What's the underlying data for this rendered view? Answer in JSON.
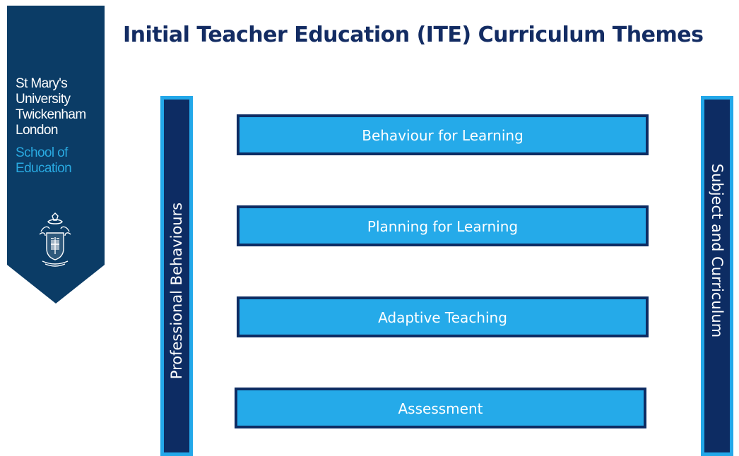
{
  "title": "Initial Teacher Education (ITE) Curriculum Themes",
  "logo": {
    "university_lines": [
      "St Mary's",
      "University",
      "Twickenham",
      "London"
    ],
    "school_lines": [
      "School of",
      "Education"
    ],
    "crest": "university-crest",
    "colors": {
      "banner": "#0b3c66",
      "school_text": "#29a9e0"
    }
  },
  "pillars": {
    "left": "Professional Behaviours",
    "right": "Subject and Curriculum"
  },
  "themes": [
    "Behaviour for Learning",
    "Planning for Learning",
    "Adaptive Teaching",
    "Assessment"
  ],
  "colors": {
    "title": "#132c63",
    "navy": "#0d2c63",
    "light_blue": "#25aae9"
  }
}
